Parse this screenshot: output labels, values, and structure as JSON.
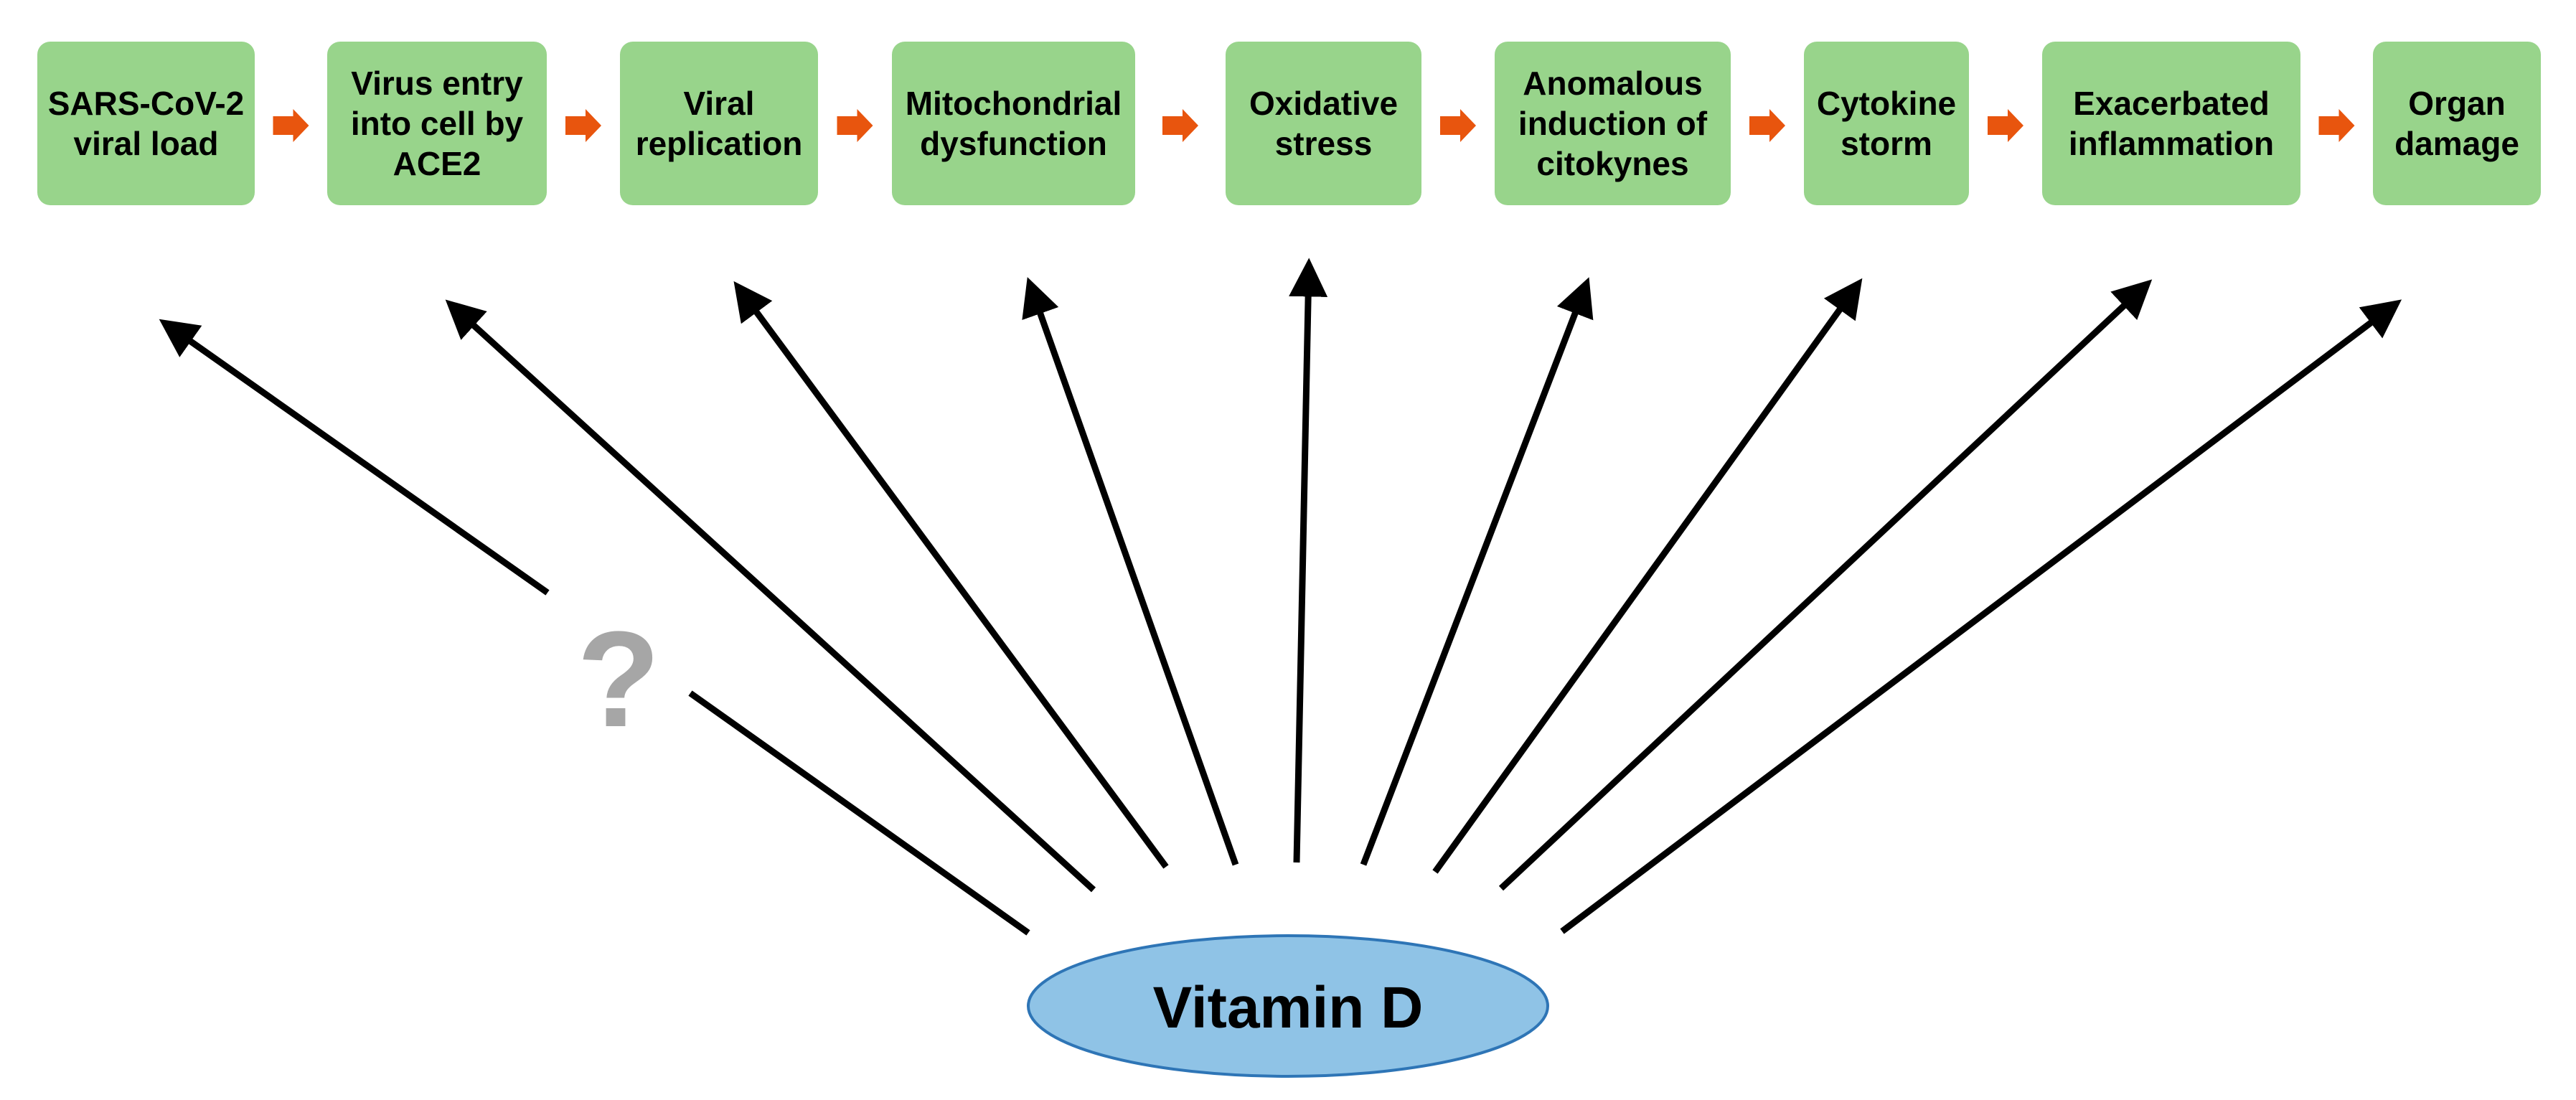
{
  "colors": {
    "box_fill": "#98D48B",
    "step_arrow": "#E8550E",
    "ellipse_fill": "#8FC3E6",
    "ellipse_stroke": "#2E75B6",
    "effect_arrow": "#000000",
    "question_mark": "#A6A6A6"
  },
  "pathway": {
    "steps": [
      {
        "lines": [
          "SARS-CoV-2",
          "viral load"
        ]
      },
      {
        "lines": [
          "Virus entry",
          "into cell by",
          "ACE2"
        ]
      },
      {
        "lines": [
          "Viral",
          "replication"
        ]
      },
      {
        "lines": [
          "Mitochondrial",
          "dysfunction"
        ]
      },
      {
        "lines": [
          "Oxidative",
          "stress"
        ]
      },
      {
        "lines": [
          "Anomalous",
          "induction of",
          "citokynes"
        ]
      },
      {
        "lines": [
          "Cytokine",
          "storm"
        ]
      },
      {
        "lines": [
          "Exacerbated",
          "inflammation"
        ]
      },
      {
        "lines": [
          "Organ",
          "damage"
        ]
      }
    ]
  },
  "source": {
    "label": "Vitamin D"
  },
  "uncertain_marker": {
    "symbol": "?"
  }
}
